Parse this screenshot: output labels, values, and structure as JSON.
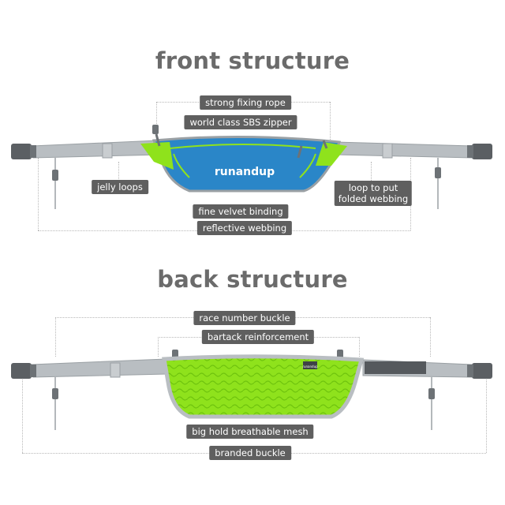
{
  "front": {
    "heading": "front structure",
    "labels": {
      "fixing_rope": "strong fixing rope",
      "zipper": "world class SBS zipper",
      "jelly_loops": "jelly loops",
      "loop_line1": "loop to put",
      "loop_line2": "folded webbing",
      "velvet_binding": "fine velvet binding",
      "reflective": "reflective webbing"
    },
    "brand_logo": "runandup"
  },
  "back": {
    "heading": "back structure",
    "labels": {
      "race_buckle": "race number buckle",
      "bartack": "bartack reinforcement",
      "mesh": "big hold breathable mesh",
      "branded_buckle": "branded buckle"
    },
    "tag": "runandup"
  },
  "colors": {
    "heading": "#6b6b6b",
    "pill": "#5f5f5f",
    "pouch_blue": "#2a86c8",
    "accent_green": "#8fe21c",
    "strap_grey": "#b9bec2"
  }
}
